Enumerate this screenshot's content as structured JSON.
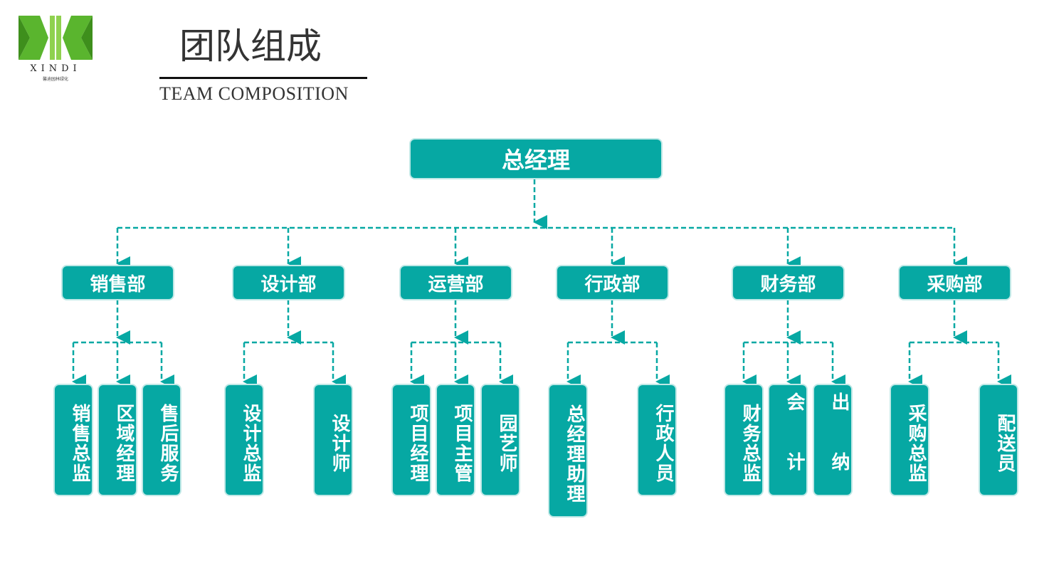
{
  "logo": {
    "text": "XINDI",
    "subtext": "馨迪园林绿化"
  },
  "header": {
    "title": "团队组成",
    "subtitle": "TEAM  COMPOSITION"
  },
  "colors": {
    "box": "#06a8a3",
    "line": "#06a8a3",
    "logo_green": "#5ab52e"
  },
  "org": {
    "ceo": "总经理",
    "departments": [
      {
        "name": "销售部",
        "roles": [
          "销售总监",
          "区域经理",
          "售后服务"
        ]
      },
      {
        "name": "设计部",
        "roles": [
          "设计总监",
          "设计师"
        ]
      },
      {
        "name": "运营部",
        "roles": [
          "项目经理",
          "项目主管",
          "园艺师"
        ]
      },
      {
        "name": "行政部",
        "roles": [
          "总经理助理",
          "行政人员"
        ]
      },
      {
        "name": "财务部",
        "roles": [
          "财务总监",
          "会计",
          "出纳"
        ]
      },
      {
        "name": "采购部",
        "roles": [
          "采购总监",
          "配送员"
        ]
      }
    ]
  }
}
